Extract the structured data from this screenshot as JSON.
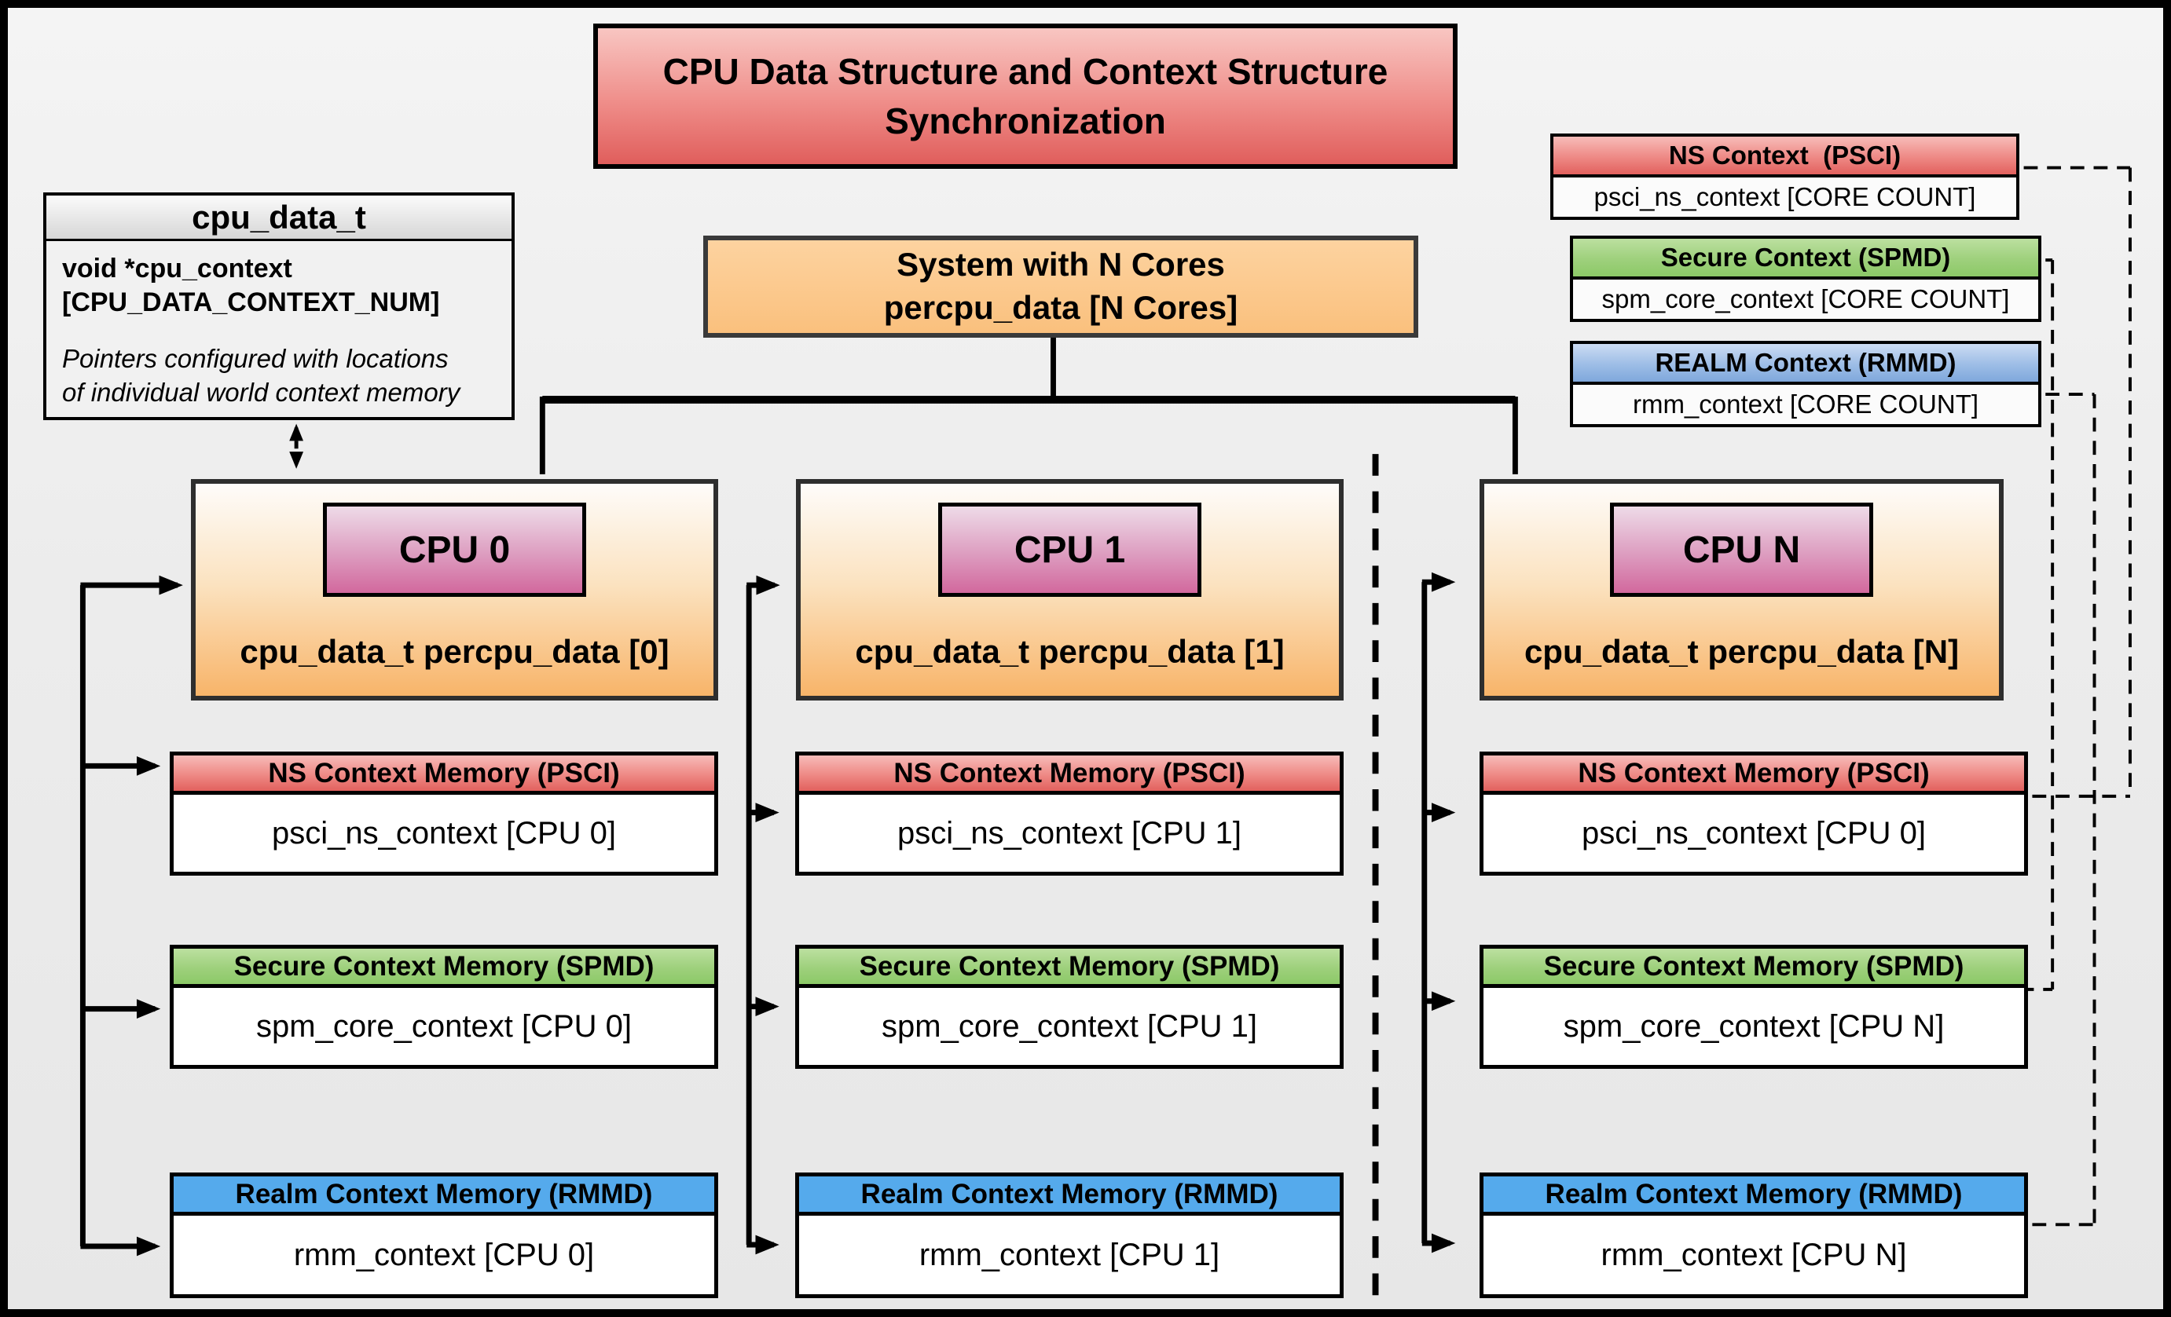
{
  "title": {
    "line1": "CPU Data Structure and Context Structure",
    "line2": "Synchronization"
  },
  "cpu_data_t": {
    "header": "cpu_data_t",
    "field_line1": "void  *cpu_context",
    "field_line2": "[CPU_DATA_CONTEXT_NUM]",
    "note_line1": "Pointers configured with locations",
    "note_line2": "of individual world context memory"
  },
  "system": {
    "line1": "System with N Cores",
    "line2": "percpu_data [N Cores]"
  },
  "legend": [
    {
      "header": "NS Context  (PSCI)",
      "body": "psci_ns_context [CORE COUNT]"
    },
    {
      "header": "Secure Context (SPMD)",
      "body": "spm_core_context [CORE COUNT]"
    },
    {
      "header": "REALM Context (RMMD)",
      "body": "rmm_context [CORE COUNT]"
    }
  ],
  "cpus": [
    {
      "name": "CPU 0",
      "data_label": "cpu_data_t percpu_data [0]",
      "ns": {
        "header": "NS Context Memory (PSCI)",
        "body": "psci_ns_context [CPU 0]"
      },
      "secure": {
        "header": "Secure Context Memory (SPMD)",
        "body": "spm_core_context [CPU 0]"
      },
      "realm": {
        "header": "Realm Context Memory (RMMD)",
        "body": "rmm_context [CPU 0]"
      }
    },
    {
      "name": "CPU 1",
      "data_label": "cpu_data_t percpu_data [1]",
      "ns": {
        "header": "NS Context Memory (PSCI)",
        "body": "psci_ns_context [CPU 1]"
      },
      "secure": {
        "header": "Secure Context Memory (SPMD)",
        "body": "spm_core_context [CPU 1]"
      },
      "realm": {
        "header": "Realm Context Memory (RMMD)",
        "body": "rmm_context [CPU 1]"
      }
    },
    {
      "name": "CPU N",
      "data_label": "cpu_data_t percpu_data [N]",
      "ns": {
        "header": "NS Context Memory (PSCI)",
        "body": "psci_ns_context [CPU 0]"
      },
      "secure": {
        "header": "Secure Context Memory (SPMD)",
        "body": "spm_core_context [CPU N]"
      },
      "realm": {
        "header": "Realm Context Memory (RMMD)",
        "body": "rmm_context [CPU N]"
      }
    }
  ],
  "colors": {
    "title_red": "#e05e5c",
    "ns_red": "#e2615e",
    "secure_green": "#8cc967",
    "realm_blue": "#55aaec",
    "legend_blue": "#7fa8dc",
    "cpu_orange": "#f8b469",
    "cpu_chip_pink": "#d2689d",
    "system_orange": "#fac07d",
    "background": "#ececec",
    "line_black": "#000000"
  }
}
